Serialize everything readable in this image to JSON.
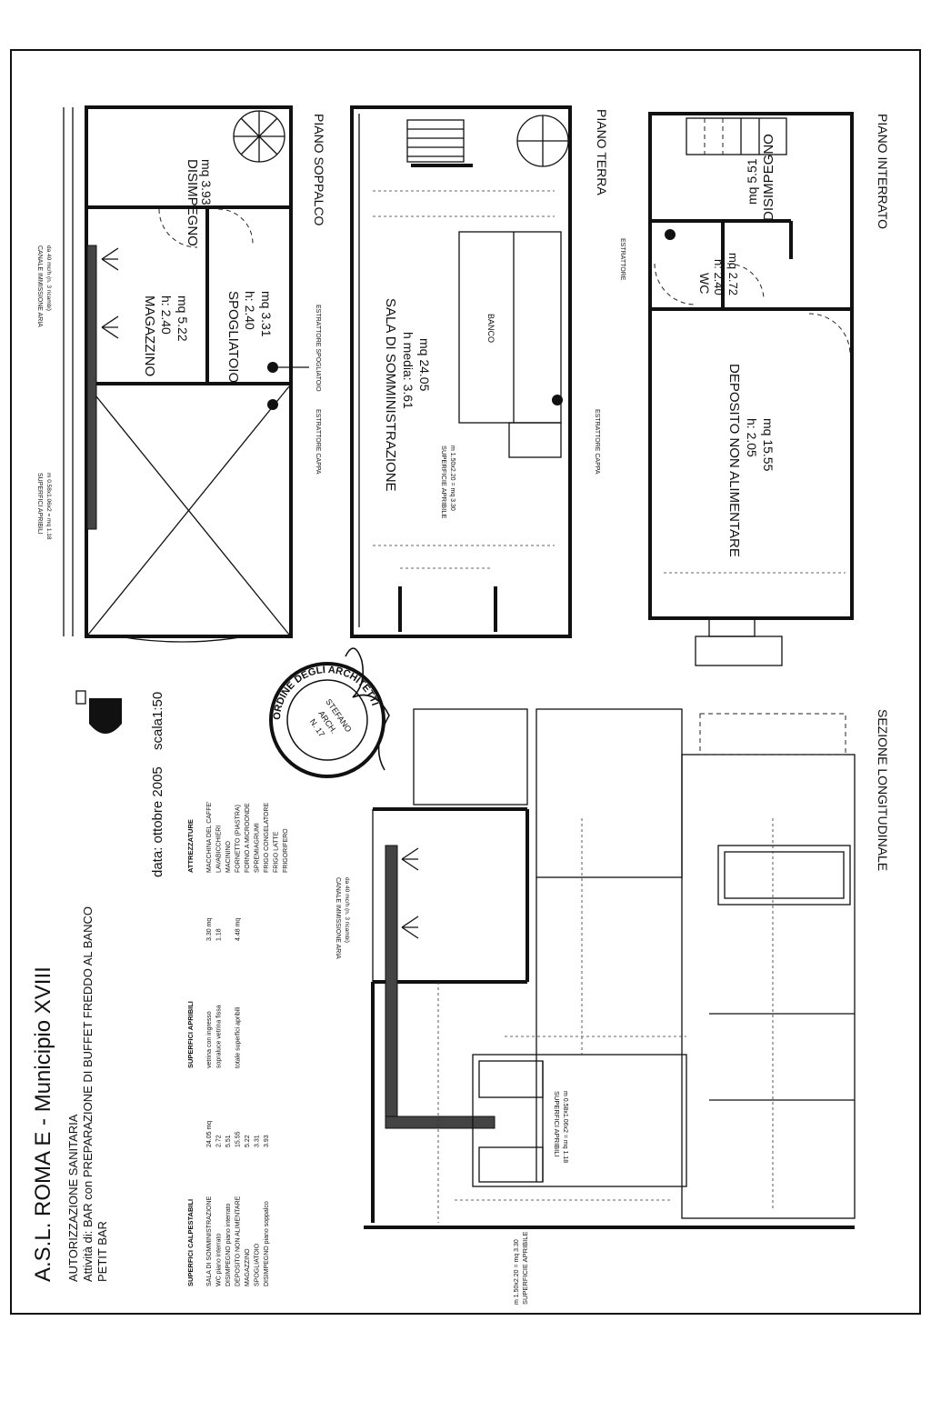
{
  "header": {
    "org": "A.S.L. ROMA E - Municipio XVIII",
    "line1": "AUTORIZZAZIONE SANITARIA",
    "line2": "Attività di: BAR con PREPARAZIONE DI BUFFET FREDDO AL BANCO",
    "line3": "PETIT BAR",
    "date": "data: ottobre 2005",
    "scale": "scala1:50"
  },
  "tables": {
    "superfici_title": "SUPERFICI CALPESTABILI",
    "superfici": [
      {
        "label": "SALA DI SOMMINISTRAZIONE",
        "value": "24.05 mq"
      },
      {
        "label": "WC piano interrato",
        "value": "2.72"
      },
      {
        "label": "DISIMPEGNO piano interrato",
        "value": "5.51"
      },
      {
        "label": "DEPOSITO NON ALIMENTARE",
        "value": "15.55"
      },
      {
        "label": "MAGAZZINO",
        "value": "5.22"
      },
      {
        "label": "SPOGLIATOIO",
        "value": "3.31"
      },
      {
        "label": "DISIMPEGNO piano soppalco",
        "value": "3.93"
      }
    ],
    "apribili_title": "SUPERFICI APRIBILI",
    "apribili": [
      {
        "label": "vetrina con ingresso",
        "value": "3.30 mq"
      },
      {
        "label": "sopraluce vetrina fissa",
        "value": "1.18"
      },
      {
        "label": "totale superfici apribili",
        "value": "4.48 mq"
      }
    ],
    "attrezzature_title": "ATTREZZATURE",
    "attrezzature": [
      "MACCHINA DEL CAFFE'",
      "LAVABICCHIERI",
      "MACININO",
      "FORNETTO (PIASTRA)",
      "FORNO A MICROONDE",
      "SPREMIAGRUMI",
      "FRIGO CONGELATORE",
      "FRIGO LATTE",
      "FRIGORIFERO"
    ]
  },
  "plans": {
    "soppalco": {
      "title": "PIANO SOPPALCO",
      "disimpegno": "DISIMPEGNO",
      "disimpegno_area": "mq 3.93",
      "magazzino": "MAGAZZINO",
      "magazzino_h": "h: 2.40",
      "magazzino_area": "mq 5.22",
      "spogliatoio": "SPOGLIATOIO",
      "spogliatoio_h": "h: 2.40",
      "spogliatoio_area": "mq 3.31",
      "canale": "CANALE IMMISSIONE ARIA",
      "canale_sub": "da 40 mc/h (n. 3 ricambi)",
      "estrattore_spog": "ESTRATTORE SPOGLIATOIO",
      "estrattore_cappa": "ESTRATTORE CAPPA",
      "apribili": "SUPERFICI APRIBILI",
      "apribili_sub": "m 0.58x1.06x2 = mq 1.18"
    },
    "terra": {
      "title": "PIANO TERRA",
      "sala": "SALA DI SOMMINISTRAZIONE",
      "sala_h": "h media: 3.61",
      "sala_area": "mq 24.05",
      "banco": "BANCO",
      "apribili": "SUPERFICIE APRIBILE",
      "apribili_sub": "m 1.50x2.20 = mq 3.30",
      "estrattore_cappa": "ESTRATTORE CAPPA"
    },
    "interrato": {
      "title": "PIANO INTERRATO",
      "disimpegno": "DISIMPEGNO",
      "disimpegno_area": "mq 5.51",
      "wc": "WC",
      "wc_h": "h: 2.40",
      "wc_area": "mq 2.72",
      "deposito": "DEPOSITO NON ALIMENTARE",
      "deposito_h": "h: 2.05",
      "deposito_area": "mq 15.55",
      "estrattore": "ESTRATTORE"
    },
    "sezione": {
      "title": "SEZIONE LONGITUDINALE",
      "canale": "CANALE IMMISSIONE ARIA",
      "canale_sub": "da 40 mc/h (n. 3 ricambi)",
      "apribili": "SUPERFICI APRIBILI",
      "apribili_sub": "m 0.58x1.06x2 = mq 1.18",
      "apribile_bottom": "SUPERFICIE APRIBILE",
      "apribile_bottom_sub": "m 1.50x2.20 = mq 3.30"
    }
  },
  "stamp": {
    "ring": "ORDINE DEGLI ARCHITETTI",
    "line1": "STEFANO",
    "line2": "ARCH.",
    "line3": "N. 17"
  }
}
